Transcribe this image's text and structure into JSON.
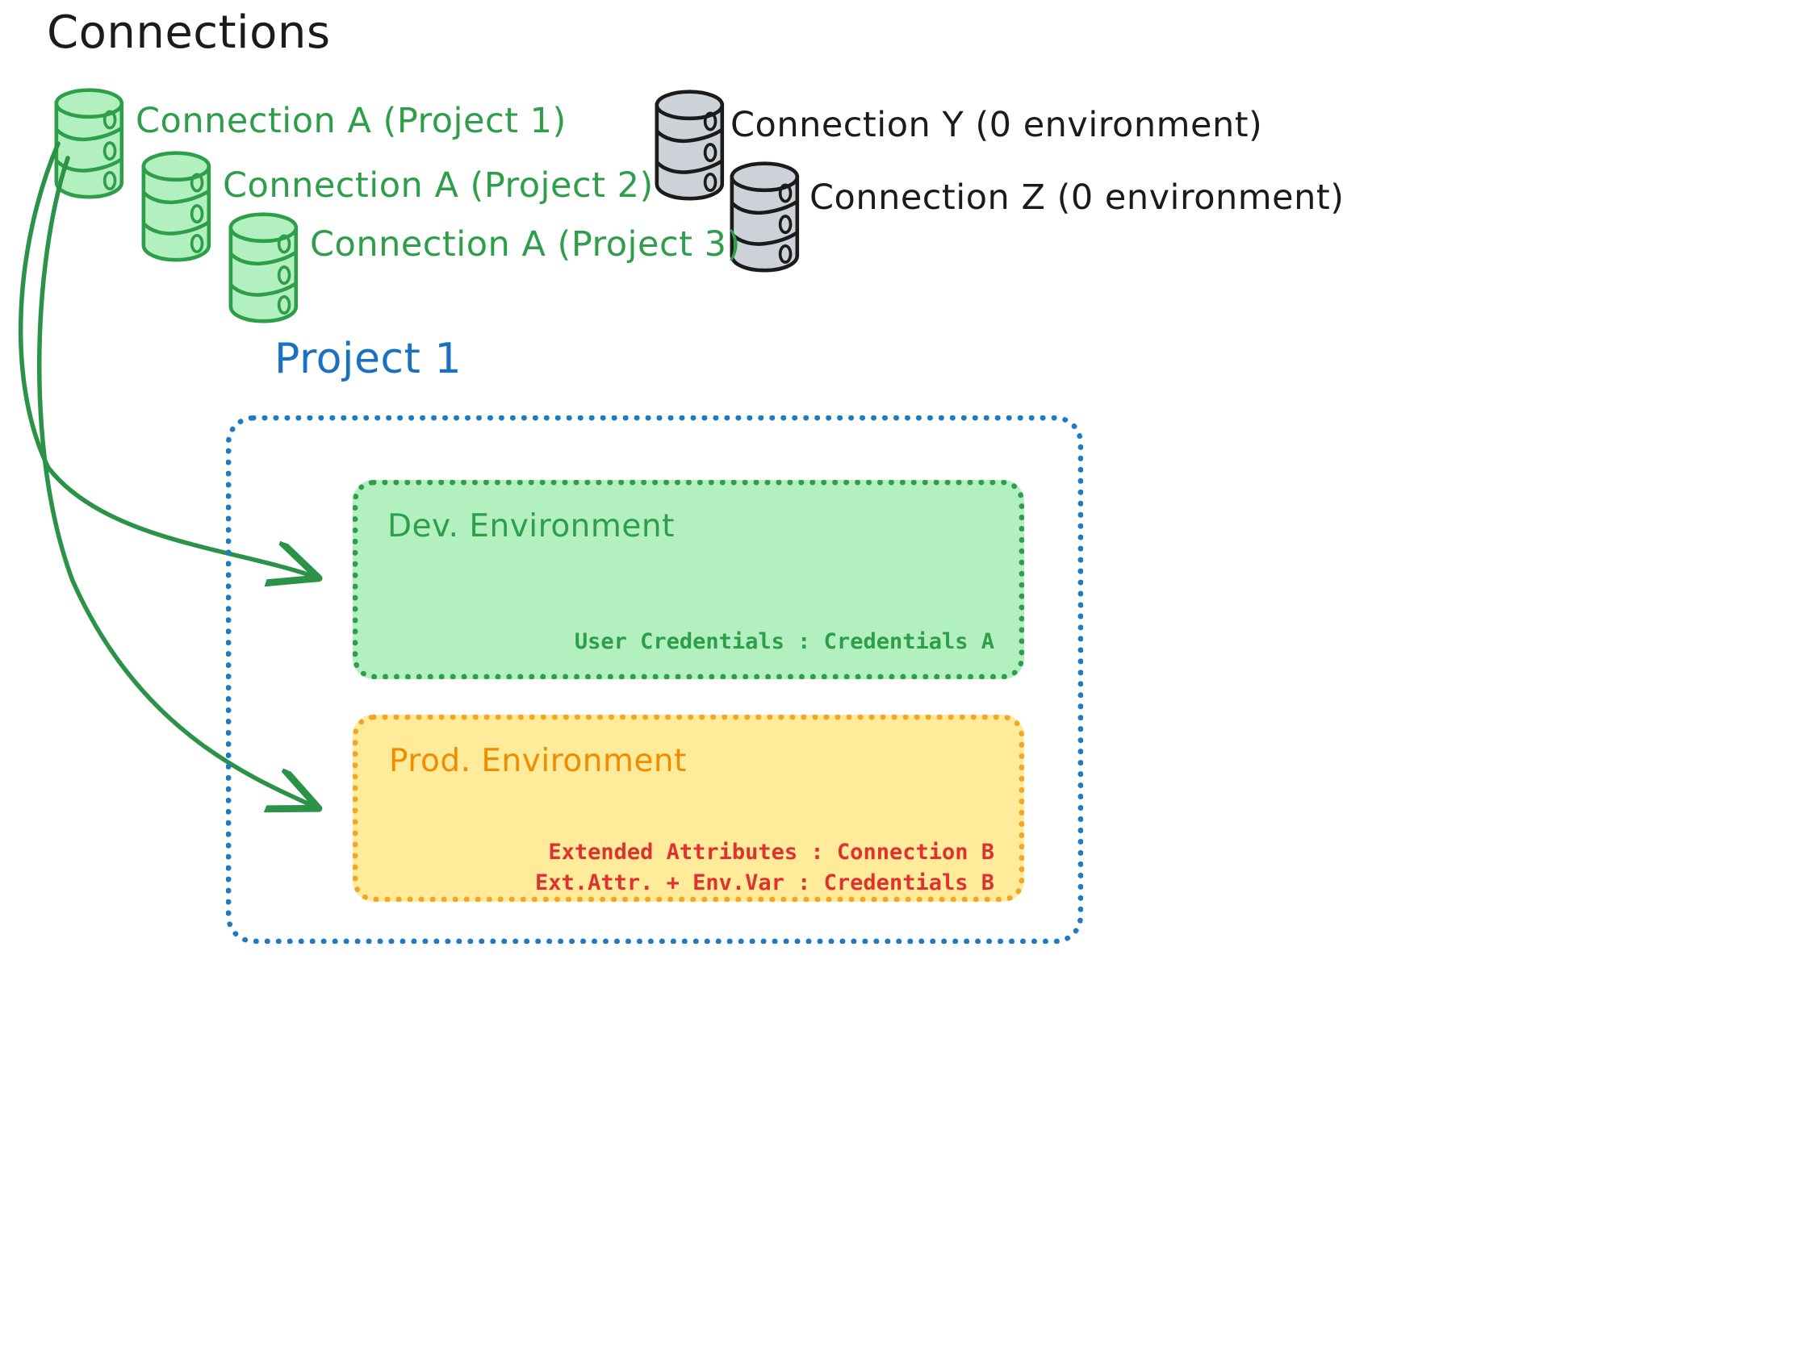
{
  "diagram": {
    "title": "Connections",
    "colors": {
      "green_stroke": "#2e9e4a",
      "green_fill": "#b2f0bf",
      "gray_fill": "#cdd2d8",
      "gray_stroke": "#1b1b1b",
      "blue": "#1971c2",
      "blue_dotted": "#1f7ac4",
      "orange": "#f5a524",
      "orange_text": "#f08c00",
      "yellow_fill": "#ffeb99",
      "red": "#e03131",
      "black": "#1b1b1b"
    },
    "connections": [
      {
        "label": "Connection A (Project 1)",
        "icon": "database-icon",
        "color": "green"
      },
      {
        "label": "Connection A (Project 2)",
        "icon": "database-icon",
        "color": "green"
      },
      {
        "label": "Connection A (Project 3)",
        "icon": "database-icon",
        "color": "green"
      },
      {
        "label": "Connection Y (0 environment)",
        "icon": "database-icon",
        "color": "gray"
      },
      {
        "label": "Connection Z (0 environment)",
        "icon": "database-icon",
        "color": "gray"
      }
    ],
    "project": {
      "title": "Project 1",
      "environments": [
        {
          "name": "Dev. Environment",
          "details": [
            "User Credentials : Credentials A"
          ]
        },
        {
          "name": "Prod. Environment",
          "details": [
            "Extended Attributes : Connection B",
            "Ext.Attr. + Env.Var : Credentials B"
          ]
        }
      ]
    },
    "arrows": [
      {
        "from": "Connection A (Project 1)",
        "to": "Dev. Environment"
      },
      {
        "from": "Connection A (Project 1)",
        "to": "Prod. Environment"
      }
    ]
  }
}
